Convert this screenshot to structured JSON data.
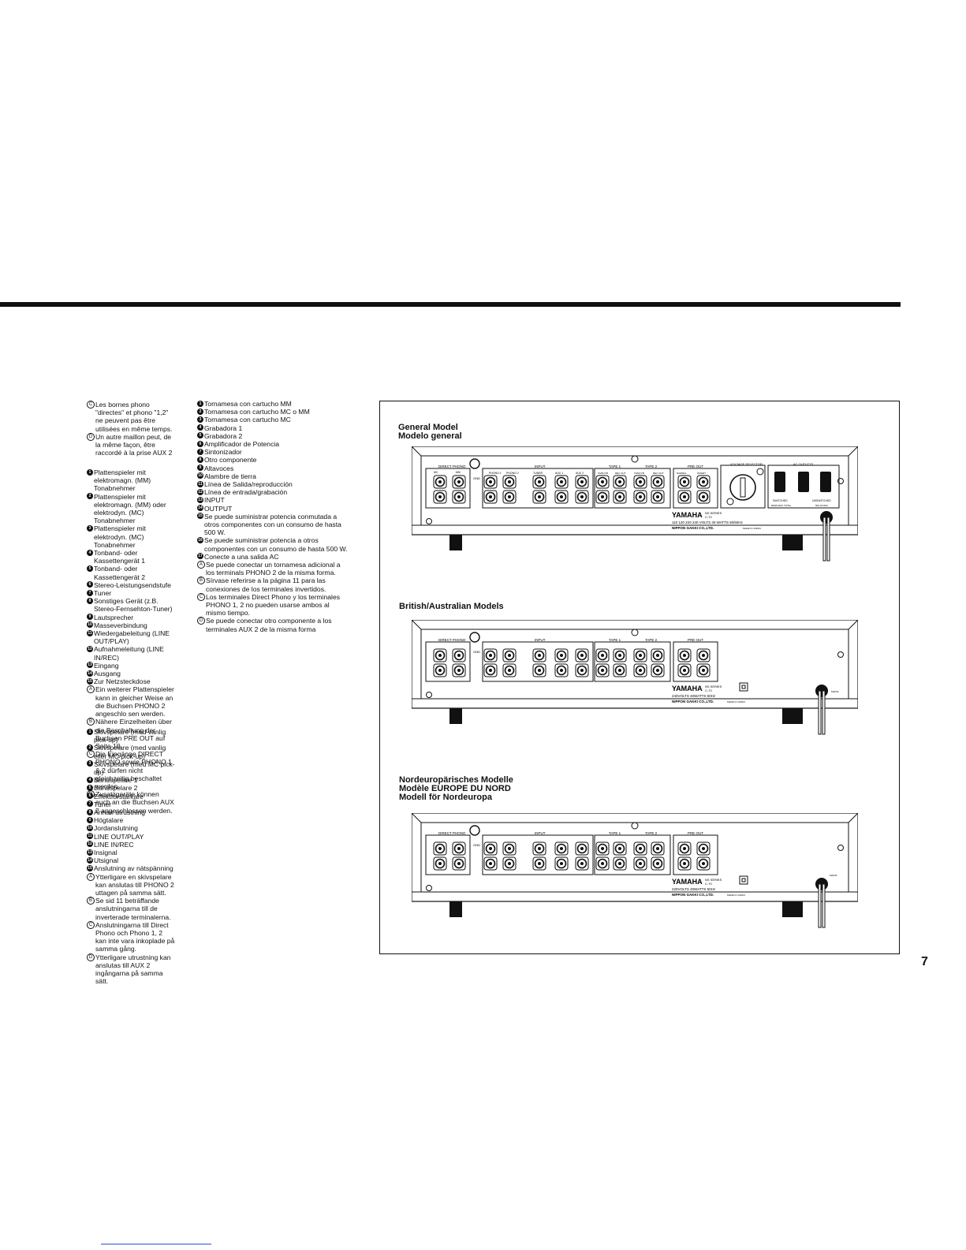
{
  "french": {
    "items": [
      {
        "mark": "C",
        "text": "Les bornes phono \"directes\" et phono \"1,2\" ne peuvent pas être utilisées en même temps."
      },
      {
        "mark": "D",
        "text": "Un autre maillon peut, de la même façon, être raccordé à la prise AUX 2"
      }
    ]
  },
  "german": {
    "items": [
      {
        "mark": "1",
        "text": "Plattenspieler mit elektromagn. (MM) Tonabnehmer"
      },
      {
        "mark": "2",
        "text": "Plattenspieler mit elektromagn. (MM) oder elektrodyn. (MC) Tonabnehmer"
      },
      {
        "mark": "3",
        "text": "Plattenspieler mit elektrodyn. (MC) Tonabnehmer"
      },
      {
        "mark": "4",
        "text": "Tonband- oder Kassettengerät 1"
      },
      {
        "mark": "5",
        "text": "Tonband- oder Kassettengerät 2"
      },
      {
        "mark": "6",
        "text": "Stereo-Leistungsendstufe"
      },
      {
        "mark": "7",
        "text": "Tuner"
      },
      {
        "mark": "8",
        "text": "Sonstiges Gerät (z.B. Stereo-Fernsehton-Tuner)"
      },
      {
        "mark": "9",
        "text": "Lautsprecher"
      },
      {
        "mark": "10",
        "text": "Masseverbindung"
      },
      {
        "mark": "11",
        "text": "Wiedergabeleitung (LINE OUT/PLAY)"
      },
      {
        "mark": "12",
        "text": "Aufnahmeleitung (LINE IN/REC)"
      },
      {
        "mark": "13",
        "text": "Eingang"
      },
      {
        "mark": "14",
        "text": "Ausgang"
      },
      {
        "mark": "15",
        "text": "Zur Netzsteckdose"
      }
    ],
    "notes": [
      {
        "mark": "A",
        "text": "Ein weiterer Plattenspieler kann in gleicher Weise an die Buchsen PHONO 2 angeschlo sen werden."
      },
      {
        "mark": "B",
        "text": "Nähere Einzelheiten über die Beschaltung der Buchsen PRE OUT auf Seite 10."
      },
      {
        "mark": "C",
        "text": "Die Eingänge DIRECT PHONO sowie PHONO 1 & 2 dürfen nicht gleichzeitig beschaltet werden."
      },
      {
        "mark": "D",
        "text": "Zusatzgeräte können auch an die Buchsen AUX 2 angeschlossen werden."
      }
    ]
  },
  "swedish": {
    "items": [
      {
        "mark": "1",
        "text": "Skivspelare (med vanlig pick-up)"
      },
      {
        "mark": "2",
        "text": "Skivspelare (med vanlig eller MC pick-up)"
      },
      {
        "mark": "3",
        "text": "Skivspelare (med MC pick-up)"
      },
      {
        "mark": "4",
        "text": "Bandspelare 1"
      },
      {
        "mark": "5",
        "text": "Bandspelare 2"
      },
      {
        "mark": "6",
        "text": "Effektförstärkare"
      },
      {
        "mark": "7",
        "text": "Tuner"
      },
      {
        "mark": "8",
        "text": "Annan utrustning"
      },
      {
        "mark": "9",
        "text": "Högtalare"
      },
      {
        "mark": "10",
        "text": "Jordanslutning"
      },
      {
        "mark": "11",
        "text": "LINE OUT/PLAY"
      },
      {
        "mark": "12",
        "text": "LINE IN/REC"
      },
      {
        "mark": "13",
        "text": "Insignal"
      },
      {
        "mark": "14",
        "text": "Utsignal"
      },
      {
        "mark": "15",
        "text": "Anslutning av nätspänning"
      }
    ],
    "notes": [
      {
        "mark": "A",
        "text": "Ytterligare en skivspelare kan anslutas till PHONO 2 uttagen på samma sätt."
      },
      {
        "mark": "B",
        "text": "Se sid 11 beträffande anslutningarna till de inverterade terminalerna."
      },
      {
        "mark": "C",
        "text": "Anslutningarna till Direct Phono och Phono 1, 2 kan inte vara inkoplade på samma gång."
      },
      {
        "mark": "D",
        "text": "Ytterligare utrustning kan anslutas till AUX 2 ingångarna på samma sätt."
      }
    ]
  },
  "spanish": {
    "items": [
      {
        "mark": "1",
        "text": "Tornamesa con cartucho MM"
      },
      {
        "mark": "2",
        "text": "Tornamesa con cartucho MC o MM"
      },
      {
        "mark": "3",
        "text": "Tornamesa con cartucho MC"
      },
      {
        "mark": "4",
        "text": "Grabadora 1"
      },
      {
        "mark": "5",
        "text": "Grabadora 2"
      },
      {
        "mark": "6",
        "text": "Amplificador de Potencia"
      },
      {
        "mark": "7",
        "text": "Sintonizador"
      },
      {
        "mark": "8",
        "text": "Otro componente"
      },
      {
        "mark": "9",
        "text": "Altavoces"
      },
      {
        "mark": "10",
        "text": "Alambre de tierra"
      },
      {
        "mark": "11",
        "text": "Línea de Salida/reproducción"
      },
      {
        "mark": "12",
        "text": "Línea de entrada/grabación"
      },
      {
        "mark": "13",
        "text": "INPUT"
      },
      {
        "mark": "14",
        "text": "OUTPUT"
      },
      {
        "mark": "15",
        "text": "Se puede suministrar potencia conmutada a otros componentes con un consumo de hasta 500 W."
      },
      {
        "mark": "16",
        "text": "Se puede suministrar potencia a otros componentes con un consumo de hasta 500 W."
      },
      {
        "mark": "17",
        "text": "Conecte a una salida AC"
      }
    ],
    "notes": [
      {
        "mark": "A",
        "text": "Se puede conectar un tornamesa adicional a los terminals PHONO 2 de la misma forma."
      },
      {
        "mark": "B",
        "text": "Sírvase referirse a la página 11 para las conexiones de los terminales invertidos."
      },
      {
        "mark": "C",
        "text": "Los terminales Direct Phono y los terminales PHONO 1, 2 no pueden usarse ambos al mismo tiempo."
      },
      {
        "mark": "D",
        "text": "Se puede conectar otro componente a los terminales AUX 2 de la misma forma"
      }
    ]
  },
  "models": {
    "general": [
      "General Model",
      "Modelo general"
    ],
    "british": [
      "British/Australian Models"
    ],
    "nordic": [
      "Nordeuropärisches Modelle",
      "Modèle EUROPE DU NORD",
      "Modell för Nordeuropa"
    ]
  },
  "panel_labels": {
    "direct_phono": "DIRECT PHONO",
    "mc": "MC",
    "mm": "MM",
    "gnd": "GND",
    "input": "INPUT",
    "phono1": "PHONO 1",
    "phono2": "PHONO 2",
    "tuner": "TUNER",
    "aux1": "AUX 1",
    "aux2": "AUX 2",
    "tape1": "TAPE 1",
    "tape2": "TAPE 2",
    "tape_pb": "TAPE P.B",
    "rec_out": "REC OUT",
    "pre_out": "PRE OUT",
    "normal": "NORMAL",
    "invert": "INVERT",
    "voltage_selector": "VOLTAGE SELECTOR",
    "ac_outlets": "AC OUTLETS",
    "switched": "SWITCHED",
    "unswitched": "UNSWITCHED",
    "switched_rating": "500W MAX TOTAL",
    "unswitched_rating": "500 W MAX",
    "mains": "MAINS",
    "brand": "YAMAHA",
    "series": "NS SERIES",
    "model": "C-70",
    "maker": "NIPPON GAKKI CO.,LTD.",
    "made_in": "MADE IN JAPAN",
    "rating_general": "110 120 220 240 VOLTS  40 WATTS  50/60Hz",
    "rating_british": "240VOLTS    40WATTS    50Hz",
    "rating_nordic": "220VOLTS    40WATTS    50Hz"
  },
  "page_number": "7"
}
